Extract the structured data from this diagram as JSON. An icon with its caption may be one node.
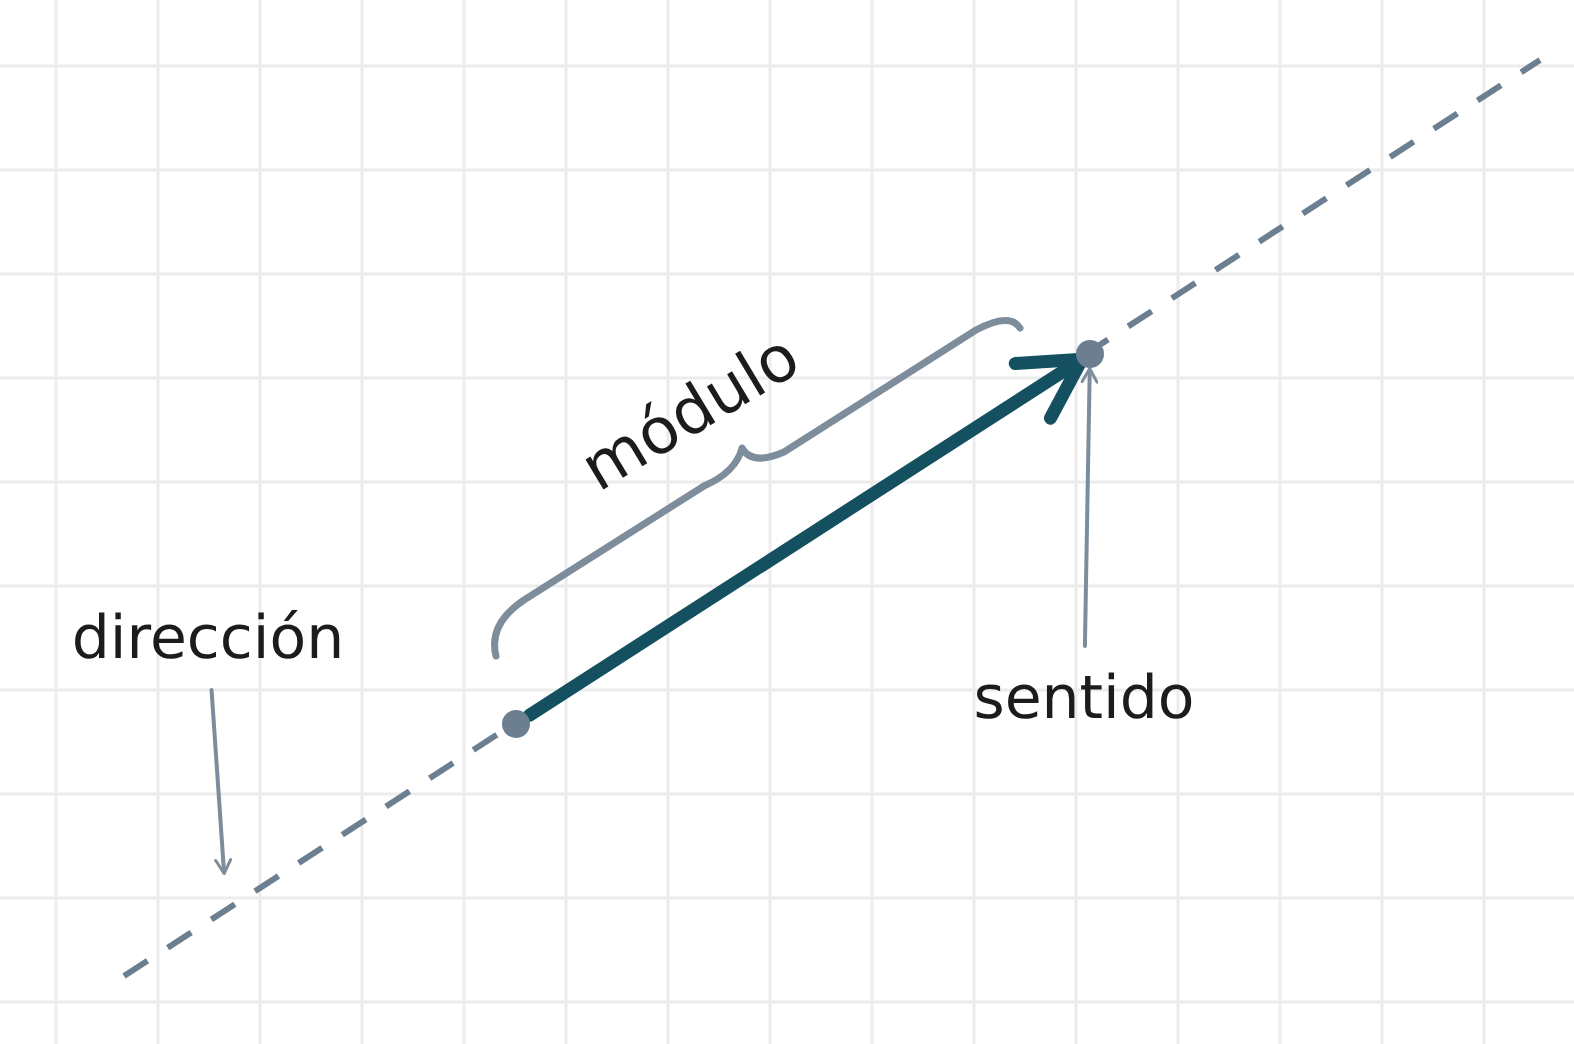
{
  "diagram": {
    "nodes": [
      {
        "text": [
          "dirección"
        ]
      },
      {
        "text": [],
        "shape": "circle"
      },
      {
        "text": [],
        "shape": "circle"
      },
      {
        "text": [
          "sentido"
        ]
      }
    ],
    "edges": [
      {
        "from": 1,
        "to": 2,
        "arrow": "to",
        "style": "thick",
        "color": "#14505f"
      },
      {
        "from": 0,
        "to": null,
        "arrow": "to"
      },
      {
        "from": 3,
        "to": 2,
        "arrow": "to"
      }
    ],
    "labels": [
      "módulo"
    ]
  }
}
